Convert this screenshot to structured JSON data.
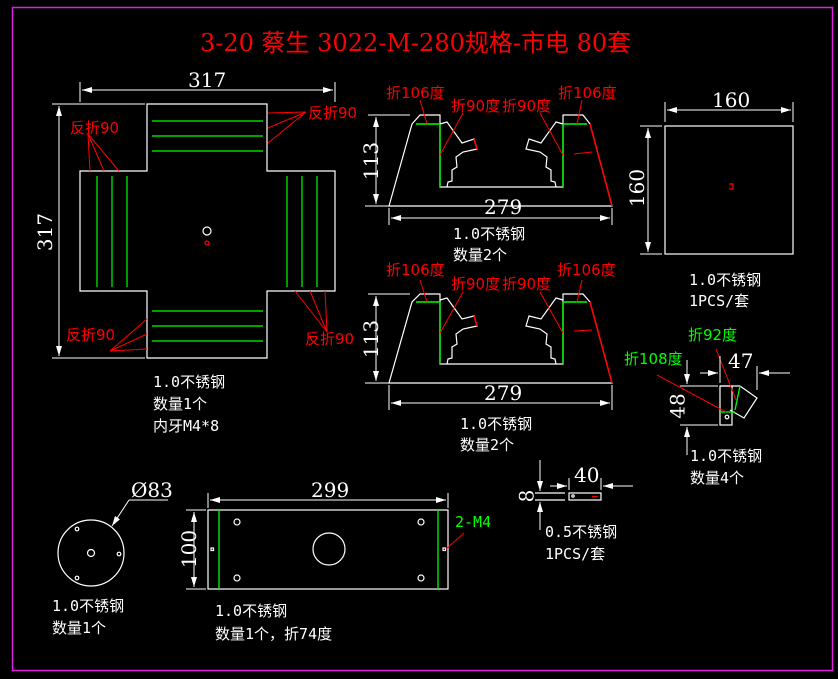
{
  "title": "3-20 蔡生 3022-M-280规格-市电 80套",
  "colors": {
    "background": "#000000",
    "frame": "#e020e0",
    "outline": "#ffffff",
    "bend_line": "#00ff00",
    "annotation": "#ff0000",
    "title": "#ff0000"
  },
  "parts": {
    "cross_panel": {
      "dim_width": "317",
      "dim_height": "317",
      "bend_labels": [
        "反折90",
        "反折90",
        "反折90",
        "反折90"
      ],
      "notes": [
        "1.0不锈钢",
        "数量1个",
        "内牙M4*8"
      ]
    },
    "side_panel_top": {
      "dim_height": "113",
      "dim_width": "279",
      "bend_labels": [
        "折106度",
        "折90度",
        "折90度",
        "折106度"
      ],
      "notes": [
        "1.0不锈钢",
        "数量2个"
      ]
    },
    "side_panel_bottom": {
      "dim_height": "113",
      "dim_width": "279",
      "bend_labels": [
        "折106度",
        "折90度",
        "折90度",
        "折106度"
      ],
      "notes": [
        "1.0不锈钢",
        "数量2个"
      ]
    },
    "square_plate": {
      "dim_width": "160",
      "dim_height": "160",
      "notes": [
        "1.0不锈钢",
        "1PCS/套"
      ]
    },
    "bracket": {
      "dim_width": "47",
      "dim_height": "48",
      "bend_labels": [
        "折108度",
        "折92度"
      ],
      "notes": [
        "1.0不锈钢",
        "数量4个"
      ]
    },
    "disc": {
      "dim_diameter": "Ø83",
      "notes": [
        "1.0不锈钢",
        "数量1个"
      ]
    },
    "rect_plate": {
      "dim_width": "299",
      "dim_height": "100",
      "hole_label": "2-M4",
      "notes": [
        "1.0不锈钢",
        "数量1个，折74度"
      ]
    },
    "strip": {
      "dim_width": "40",
      "dim_height": "8",
      "notes": [
        "0.5不锈钢",
        "1PCS/套"
      ]
    }
  }
}
